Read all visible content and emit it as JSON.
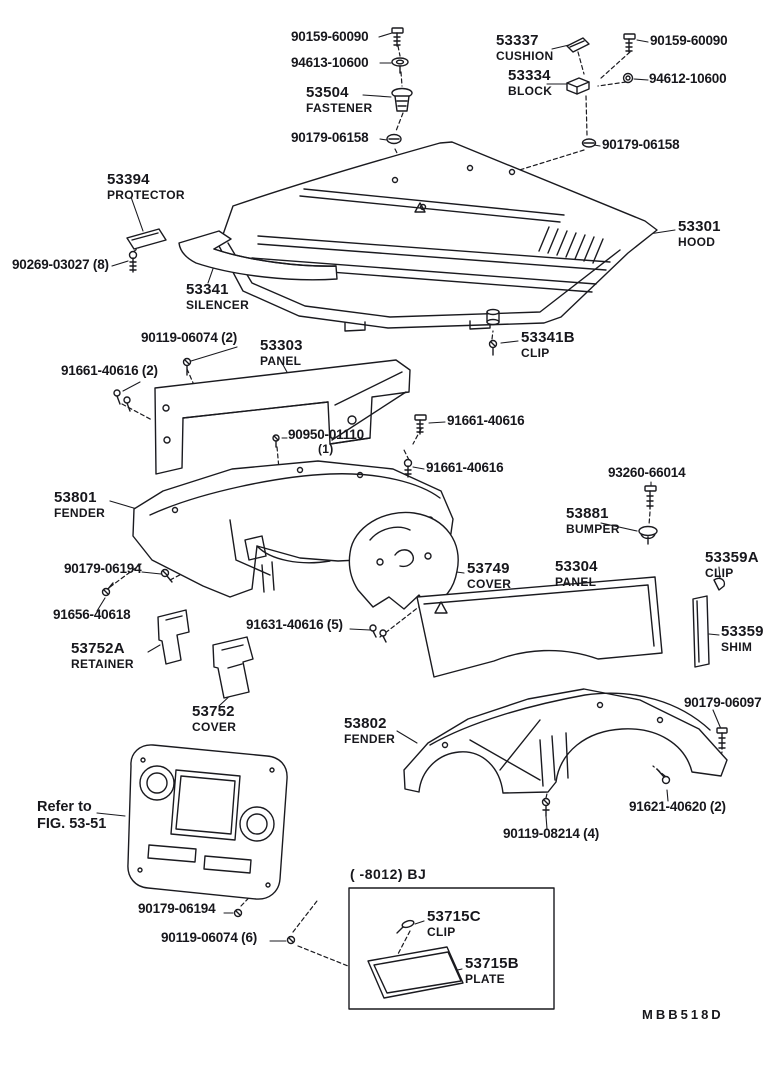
{
  "figure": {
    "code": "MBB518D",
    "note": {
      "line1": "Refer to",
      "line2": "FIG. 53-51"
    },
    "inset_caption": "(    -8012) BJ",
    "colors": {
      "ink": "#17171c",
      "paper": "#ffffff"
    }
  },
  "icons": {
    "hardware": [
      "bolt-icon",
      "screw-icon",
      "clip-icon",
      "washer-icon",
      "grommet-icon",
      "cushion-icon",
      "block-icon",
      "bumper-icon"
    ]
  },
  "callouts": [
    {
      "part": "90159-60090"
    },
    {
      "part": "94613-10600"
    },
    {
      "part": "53504",
      "name": "FASTENER"
    },
    {
      "part": "90179-06158"
    },
    {
      "part": "53337",
      "name": "CUSHION"
    },
    {
      "part": "53334",
      "name": "BLOCK"
    },
    {
      "part": "90159-60090"
    },
    {
      "part": "94612-10600"
    },
    {
      "part": "90179-06158"
    },
    {
      "part": "53394",
      "name": "PROTECTOR"
    },
    {
      "part": "90269-03027 (8)"
    },
    {
      "part": "53341",
      "name": "SILENCER"
    },
    {
      "part": "53301",
      "name": "HOOD"
    },
    {
      "part": "53341B",
      "name": "CLIP"
    },
    {
      "part": "90119-06074 (2)"
    },
    {
      "part": "53303",
      "name": "PANEL"
    },
    {
      "part": "91661-40616 (2)"
    },
    {
      "part": "91661-40616"
    },
    {
      "part": "90950-01110",
      "name": "(1)"
    },
    {
      "part": "91661-40616"
    },
    {
      "part": "93260-66014"
    },
    {
      "part": "53881",
      "name": "BUMPER"
    },
    {
      "part": "53801",
      "name": "FENDER"
    },
    {
      "part": "90179-06194"
    },
    {
      "part": "53749",
      "name": "COVER"
    },
    {
      "part": "53304",
      "name": "PANEL"
    },
    {
      "part": "53359A",
      "name": "CLIP"
    },
    {
      "part": "91656-40618"
    },
    {
      "part": "91631-40616 (5)"
    },
    {
      "part": "53752A",
      "name": "RETAINER"
    },
    {
      "part": "53359",
      "name": "SHIM"
    },
    {
      "part": "53752",
      "name": "COVER"
    },
    {
      "part": "53802",
      "name": "FENDER"
    },
    {
      "part": "90179-06097"
    },
    {
      "part": "91621-40620 (2)"
    },
    {
      "part": "90119-08214 (4)"
    },
    {
      "part": "90179-06194"
    },
    {
      "part": "90119-06074 (6)"
    },
    {
      "part": "53715C",
      "name": "CLIP"
    },
    {
      "part": "53715B",
      "name": "PLATE"
    }
  ]
}
